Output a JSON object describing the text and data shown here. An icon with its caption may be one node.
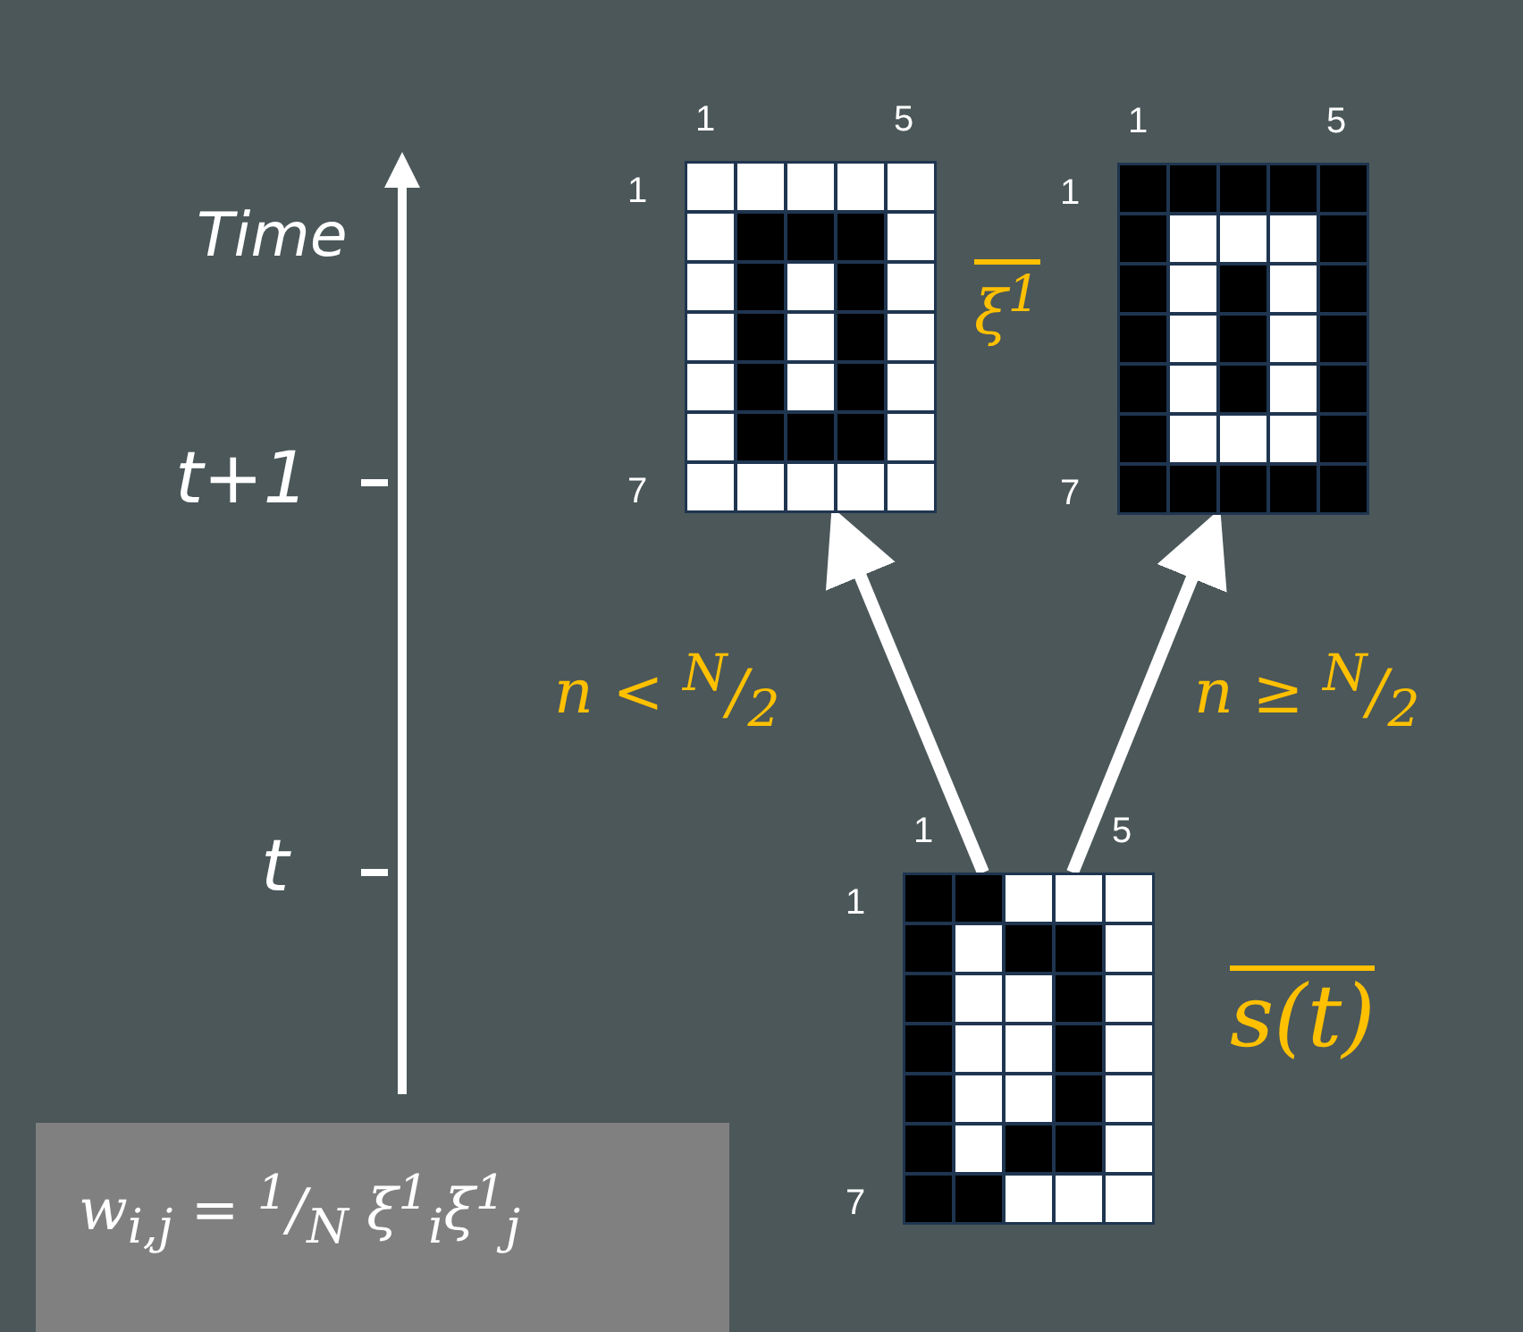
{
  "diagram": {
    "nodes": [
      {
        "text": [],
        "shape": "box",
        "beside": [
          "1",
          "5",
          "1",
          "7"
        ]
      },
      {
        "text": [],
        "shape": "box",
        "beside": [
          "1",
          "5",
          "1",
          "7"
        ]
      },
      {
        "text": [],
        "shape": "box",
        "beside": [
          "1",
          "5",
          "1",
          "7",
          "s(t)"
        ]
      }
    ],
    "edges": [
      {
        "from": 2,
        "to": 0,
        "arrow": "to",
        "label": "n < $^{N}$/$_{2}$"
      },
      {
        "from": 2,
        "to": 1,
        "arrow": "to",
        "label": "n ≥ $^{N}$/$_{2}$"
      }
    ],
    "labels": [
      "Time",
      "ξ$^{1}$",
      "t+1",
      "t",
      "w$_{i,j}$ = $^{1}$/$_{N}$ ξ$^{1}$$_{i}$ξ$^{1}$$_{j}$"
    ]
  }
}
